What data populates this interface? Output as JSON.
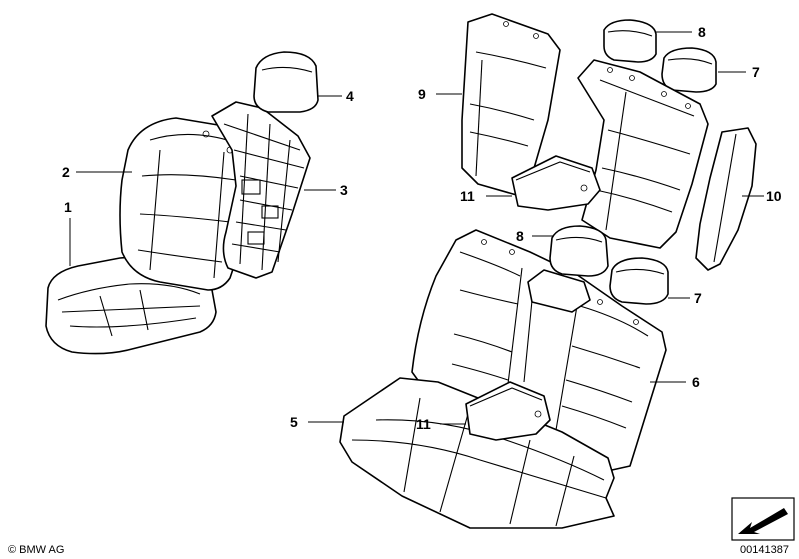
{
  "diagram": {
    "callouts": [
      {
        "id": "c1",
        "label": "1"
      },
      {
        "id": "c2",
        "label": "2"
      },
      {
        "id": "c3",
        "label": "3"
      },
      {
        "id": "c4",
        "label": "4"
      },
      {
        "id": "c5",
        "label": "5"
      },
      {
        "id": "c6",
        "label": "6"
      },
      {
        "id": "c7a",
        "label": "7"
      },
      {
        "id": "c7b",
        "label": "7"
      },
      {
        "id": "c8a",
        "label": "8"
      },
      {
        "id": "c8b",
        "label": "8"
      },
      {
        "id": "c9",
        "label": "9"
      },
      {
        "id": "c10",
        "label": "10"
      },
      {
        "id": "c11a",
        "label": "11"
      },
      {
        "id": "c11b",
        "label": "11"
      }
    ]
  },
  "footer": {
    "copyright": "© BMW AG",
    "diagram_number": "00141387"
  }
}
